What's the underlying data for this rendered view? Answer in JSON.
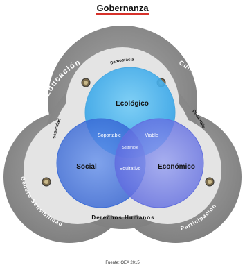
{
  "title": "Gobernanza",
  "source": "Fuente: OEA 2015",
  "outer_ring": {
    "left": "Educación",
    "right": "Cultura",
    "bottom_left": "Genero Sensibilidad",
    "bottom_right": "Participación"
  },
  "inner_ring": {
    "top": "Democracia",
    "left": "Seguridad",
    "right": "Desarrollo",
    "bottom": "Derechos Humanos"
  },
  "circles": {
    "top": "Ecológico",
    "left": "Social",
    "right": "Económico"
  },
  "overlaps": {
    "top_left": "Soportable",
    "top_right": "Viable",
    "center": "Sostenible",
    "bottom": "Equitativo"
  },
  "colors": {
    "outer_ring": "#8a8a8a",
    "inner_ring": "#dcdcdc",
    "circle_top": "#45b2ee",
    "circle_left": "#3d6fdc",
    "circle_right": "#6f7ae6",
    "title_underline": "#d7322b"
  }
}
